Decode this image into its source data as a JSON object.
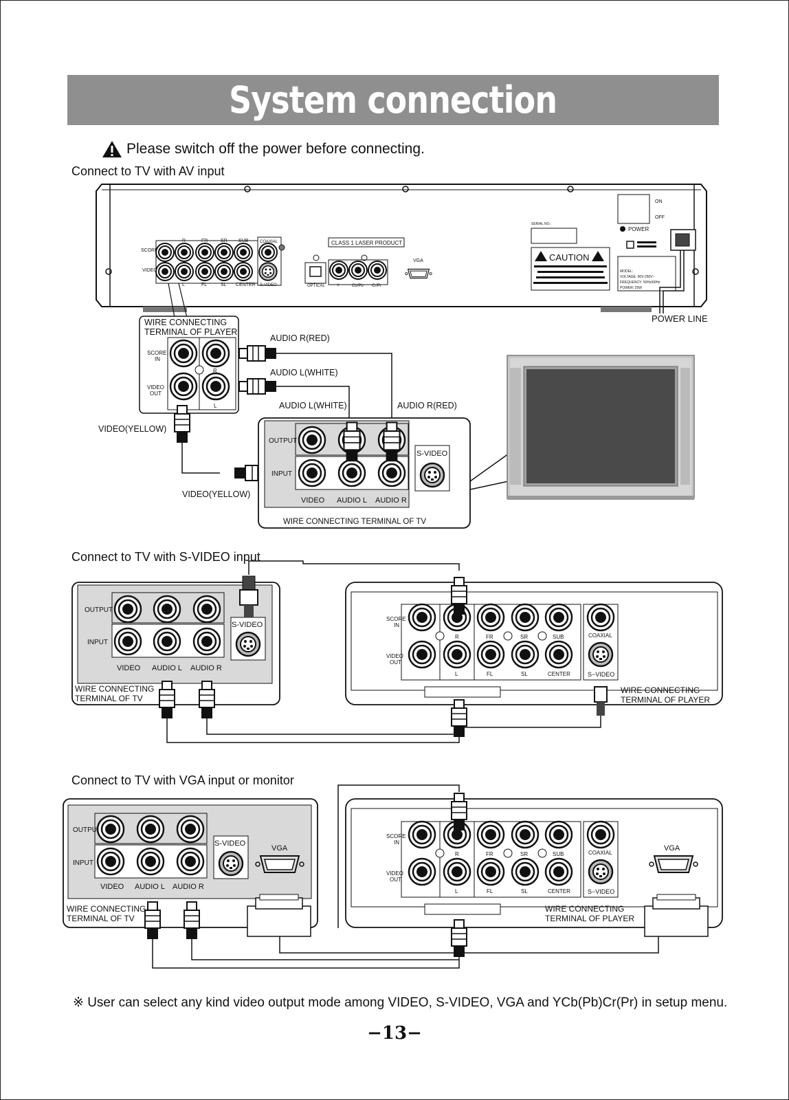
{
  "title": "System connection",
  "warning": "Please switch off the power before connecting.",
  "sections": {
    "av": "Connect to TV with AV input",
    "svideo": "Connect to TV with S-VIDEO input",
    "vga": "Connect to TV with VGA input or monitor"
  },
  "player_back": {
    "score_in": "SCORE IN",
    "video_out": "VIDEO OUT",
    "top_labels": [
      "R",
      "FR",
      "SR",
      "SUB"
    ],
    "bottom_labels": [
      "L",
      "FL",
      "SL",
      "CENTER"
    ],
    "coaxial": "COAXIAL",
    "svideo": "S-VIDEO",
    "laser": "CLASS 1 LASER PRODUCT",
    "optical": "OPTICAL",
    "y": "Y",
    "cb": "Cb/Pb",
    "cr": "Cr/Pr",
    "vga": "VGA",
    "serial": "SERIAL NO.:",
    "on": "ON",
    "off": "OFF",
    "power": "POWER",
    "caution": "CAUTION",
    "model": "MODEL:",
    "voltage": "VOLTAGE: 90V-250V~",
    "frequency": "FREQUENCY: 50Hz/60Hz",
    "power_rating": "POWER: 25W",
    "power_line": "POWER LINE"
  },
  "av": {
    "player_terminal": [
      "WIRE CONNECTING",
      "TERMINAL OF PLAYER"
    ],
    "score_in": [
      "SCORE",
      "IN"
    ],
    "video_out": [
      "VIDEO",
      "OUT"
    ],
    "r": "R",
    "l": "L",
    "audio_r_red": "AUDIO R(RED)",
    "audio_l_white": "AUDIO L(WHITE)",
    "video_yellow": "VIDEO(YELLOW)",
    "output": "OUTPUT",
    "input": "INPUT",
    "svideo": "S-VIDEO",
    "video": "VIDEO",
    "audio_l": "AUDIO L",
    "audio_r": "AUDIO R",
    "tv_terminal": "WIRE CONNECTING TERMINAL OF TV"
  },
  "tv_panel": {
    "output": "OUTPUT",
    "input": "INPUT",
    "svideo": "S-VIDEO",
    "video": "VIDEO",
    "audio_l": "AUDIO L",
    "audio_r": "AUDIO R",
    "vga": "VGA",
    "terminal": [
      "WIRE CONNECTING",
      "TERMINAL OF TV"
    ]
  },
  "player_panel": {
    "score_in": [
      "SCORE",
      "IN"
    ],
    "video_out": [
      "VIDEO",
      "OUT"
    ],
    "top": [
      "R",
      "FR",
      "SR",
      "SUB"
    ],
    "bottom": [
      "L",
      "FL",
      "SL",
      "CENTER"
    ],
    "coaxial": "COAXIAL",
    "svideo": "S−VIDEO",
    "vga": "VGA",
    "terminal": [
      "WIRE CONNECTING",
      "TERMINAL OF PLAYER"
    ]
  },
  "footnote": "※ User can select any kind video output mode among VIDEO, S-VIDEO, VGA and YCb(Pb)Cr(Pr) in setup menu.",
  "page_number": "−13−"
}
